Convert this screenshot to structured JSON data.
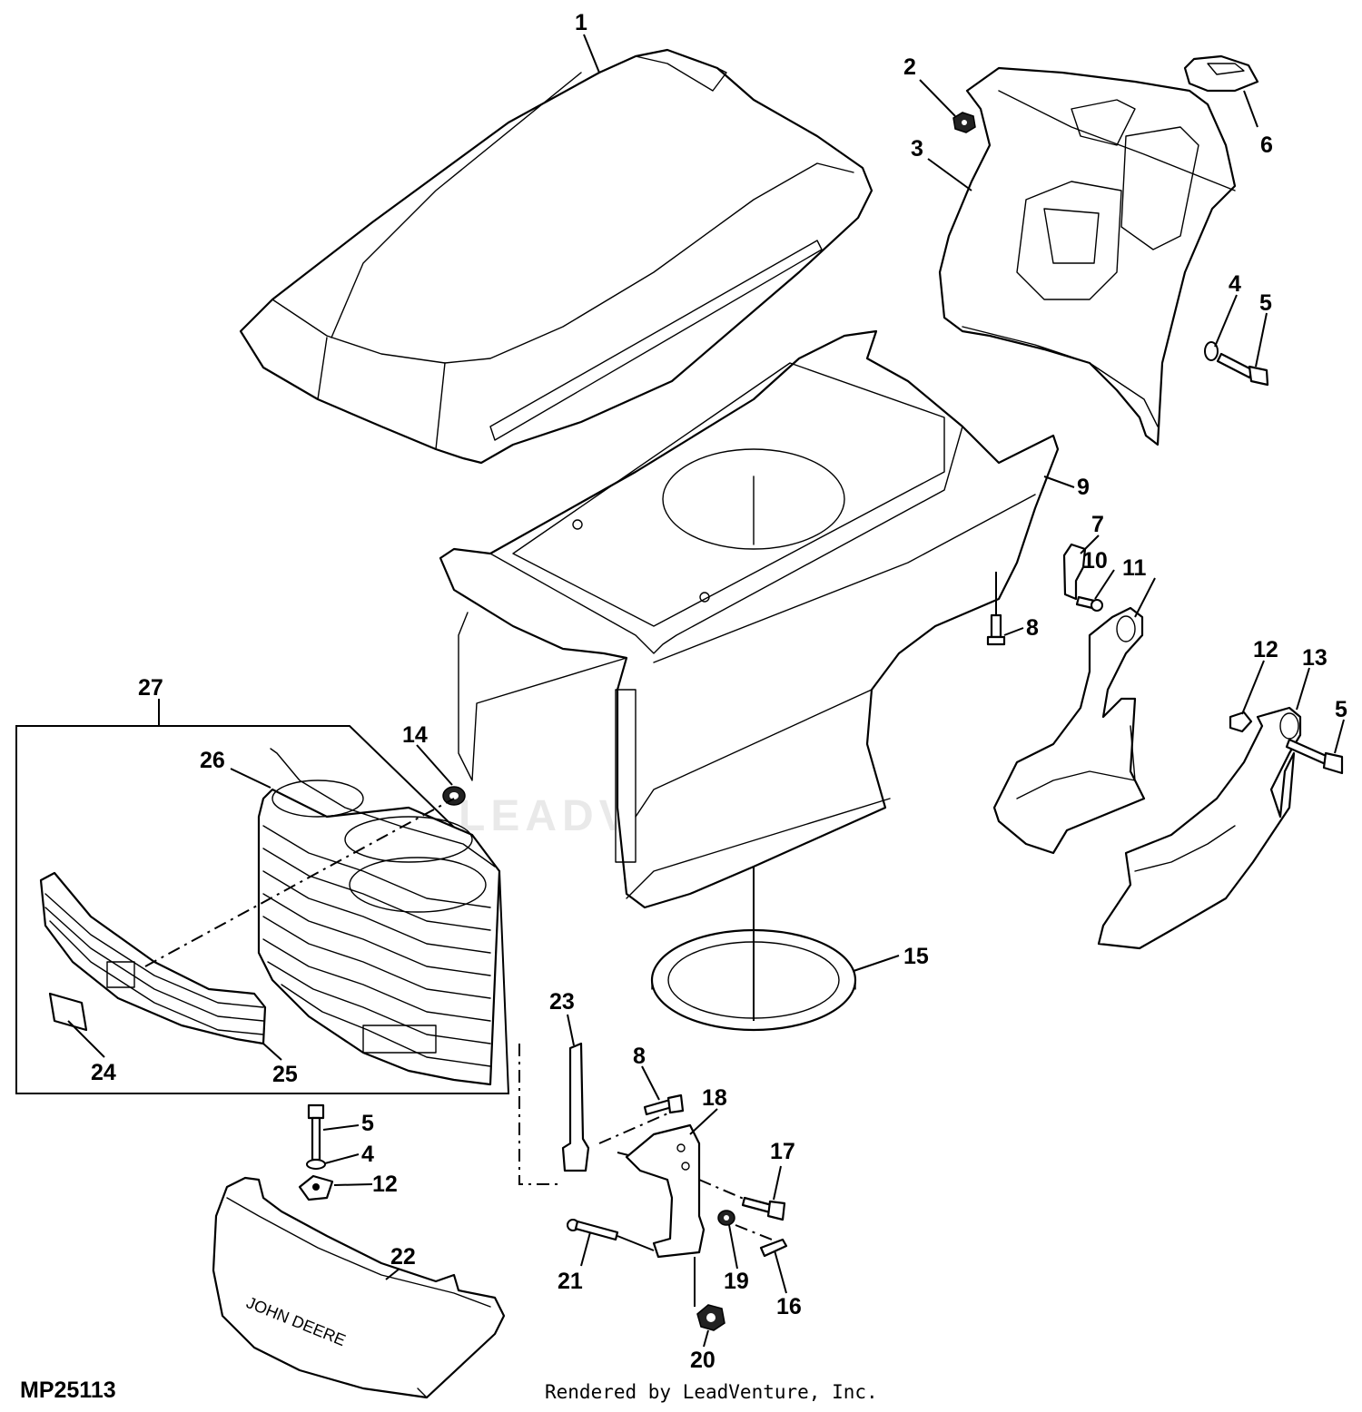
{
  "diagram": {
    "reference_code": "MP25113",
    "credit": "Rendered by LeadVenture, Inc.",
    "watermark": "LEADVENTURE",
    "grille_text": "JOHN DEERE",
    "callouts": [
      {
        "id": "c1",
        "label": "1"
      },
      {
        "id": "c2",
        "label": "2"
      },
      {
        "id": "c3",
        "label": "3"
      },
      {
        "id": "c4a",
        "label": "4"
      },
      {
        "id": "c5a",
        "label": "5"
      },
      {
        "id": "c6",
        "label": "6"
      },
      {
        "id": "c7",
        "label": "7"
      },
      {
        "id": "c8a",
        "label": "8"
      },
      {
        "id": "c9",
        "label": "9"
      },
      {
        "id": "c10",
        "label": "10"
      },
      {
        "id": "c11",
        "label": "11"
      },
      {
        "id": "c12a",
        "label": "12"
      },
      {
        "id": "c13",
        "label": "13"
      },
      {
        "id": "c5b",
        "label": "5"
      },
      {
        "id": "c14",
        "label": "14"
      },
      {
        "id": "c15",
        "label": "15"
      },
      {
        "id": "c27",
        "label": "27"
      },
      {
        "id": "c26",
        "label": "26"
      },
      {
        "id": "c24",
        "label": "24"
      },
      {
        "id": "c25",
        "label": "25"
      },
      {
        "id": "c23",
        "label": "23"
      },
      {
        "id": "c8b",
        "label": "8"
      },
      {
        "id": "c18",
        "label": "18"
      },
      {
        "id": "c17",
        "label": "17"
      },
      {
        "id": "c5c",
        "label": "5"
      },
      {
        "id": "c4b",
        "label": "4"
      },
      {
        "id": "c12b",
        "label": "12"
      },
      {
        "id": "c22",
        "label": "22"
      },
      {
        "id": "c21",
        "label": "21"
      },
      {
        "id": "c19",
        "label": "19"
      },
      {
        "id": "c16",
        "label": "16"
      },
      {
        "id": "c20",
        "label": "20"
      }
    ]
  }
}
